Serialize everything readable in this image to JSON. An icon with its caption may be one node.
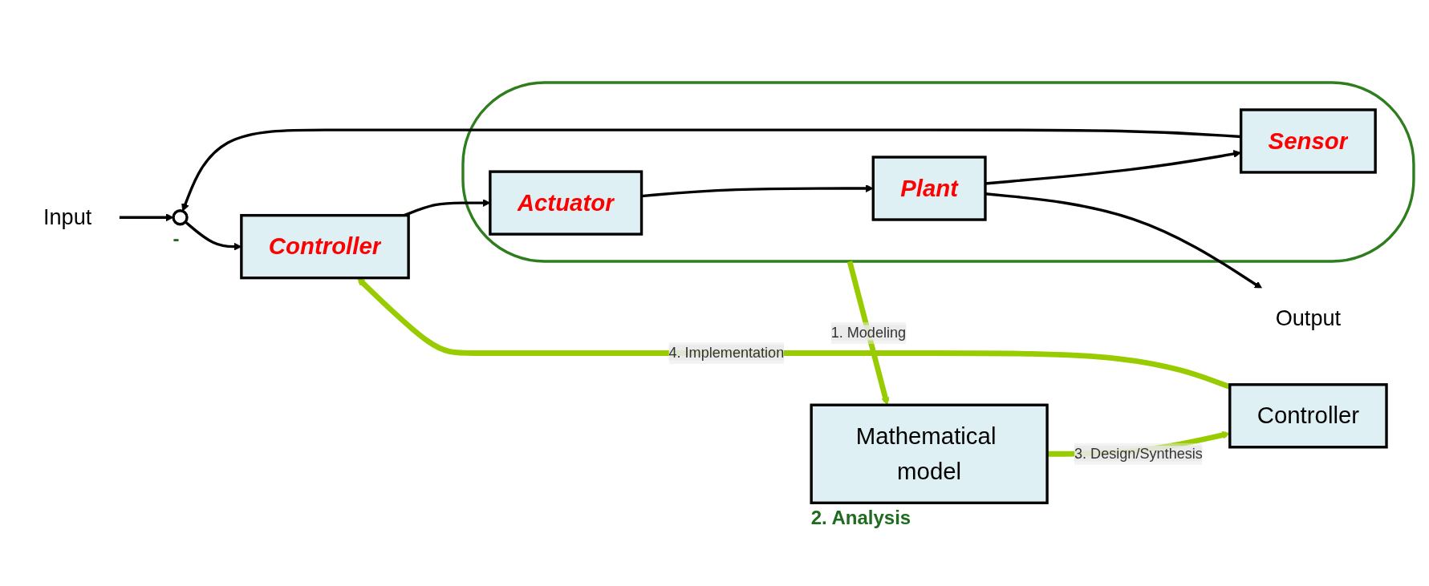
{
  "diagram": {
    "nodes": [
      {
        "text": [
          "Input"
        ]
      },
      {
        "text": [],
        "shape": "circle",
        "beside": [
          "-"
        ]
      },
      {
        "text": [
          "Controller"
        ]
      },
      {
        "text": [],
        "shape": "ellipse"
      },
      {
        "text": [
          "Actuator"
        ],
        "in": 3
      },
      {
        "text": [
          "Plant"
        ],
        "in": 3
      },
      {
        "text": [
          "Output"
        ]
      },
      {
        "text": [
          "Sensor"
        ],
        "in": 3
      },
      {
        "text": [
          "Controller"
        ]
      },
      {
        "text": [
          "Mathematical model"
        ],
        "beside": [
          "2. Analysis"
        ]
      }
    ],
    "edges": [
      {
        "from": 0,
        "to": 1,
        "arrow": "to"
      },
      {
        "from": 1,
        "to": 2,
        "arrow": "to"
      },
      {
        "from": 2,
        "to": 4,
        "arrow": "to"
      },
      {
        "from": 4,
        "to": 5,
        "arrow": "to"
      },
      {
        "from": 5,
        "to": 6,
        "arrow": "to"
      },
      {
        "from": 5,
        "to": 7,
        "arrow": "to"
      },
      {
        "from": 7,
        "to": 1,
        "arrow": "to"
      },
      {
        "from": 3,
        "to": 9,
        "arrow": "to",
        "label": "1. Modeling",
        "style": "thick",
        "color": "#99cc00"
      },
      {
        "from": 9,
        "to": 8,
        "arrow": "to",
        "label": "3. Design/Synthesis",
        "style": "thick",
        "color": "#99cc00"
      },
      {
        "from": 8,
        "to": 2,
        "arrow": "to",
        "label": "4. Implementation",
        "style": "thick",
        "color": "#99cc00"
      }
    ]
  }
}
